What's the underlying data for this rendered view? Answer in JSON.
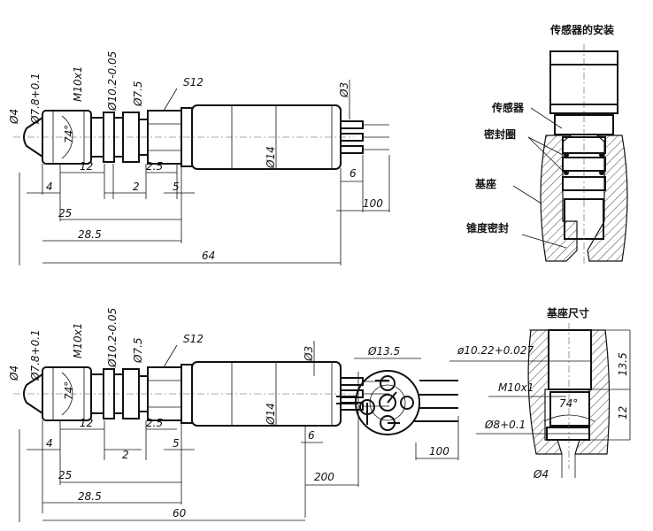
{
  "top_view": {
    "dims": {
      "d4": "Ø4",
      "d78": "Ø7.8+0.1",
      "m10": "M10x1",
      "d102": "Ø10.2-0.05",
      "d75": "Ø7.5",
      "s12": "S12",
      "angle": "74°",
      "d14": "Ø14",
      "d3": "Ø3",
      "l12": "12",
      "l25b": "2.5",
      "l4": "4",
      "l2": "2",
      "l5": "5",
      "l6": "6",
      "l100": "100",
      "l25": "25",
      "l285": "28.5",
      "l64": "64"
    }
  },
  "bottom_view": {
    "dims": {
      "d4": "Ø4",
      "d78": "Ø7.8+0.1",
      "m10": "M10x1",
      "d102": "Ø10.2-0.05",
      "d75": "Ø7.5",
      "s12": "S12",
      "angle": "74°",
      "d14": "Ø14",
      "d3": "Ø3",
      "l12": "12",
      "l25b": "2.5",
      "l4": "4",
      "l2": "2",
      "l5": "5",
      "l6": "6",
      "l100": "100",
      "l200": "200",
      "l25": "25",
      "l285": "28.5",
      "l60": "60",
      "d135": "Ø13.5"
    }
  },
  "installation": {
    "title": "传感器的安装",
    "labels": {
      "sensor": "传感器",
      "seal_ring": "密封圈",
      "base": "基座",
      "taper_seal": "锥度密封"
    }
  },
  "base_dims": {
    "title": "基座尺寸",
    "d1022": "ø10.22+0.027",
    "m10": "M10x1",
    "d8": "Ø8+0.1",
    "angle": "74°",
    "h135": "13.5",
    "h12": "12",
    "d4": "Ø4"
  }
}
